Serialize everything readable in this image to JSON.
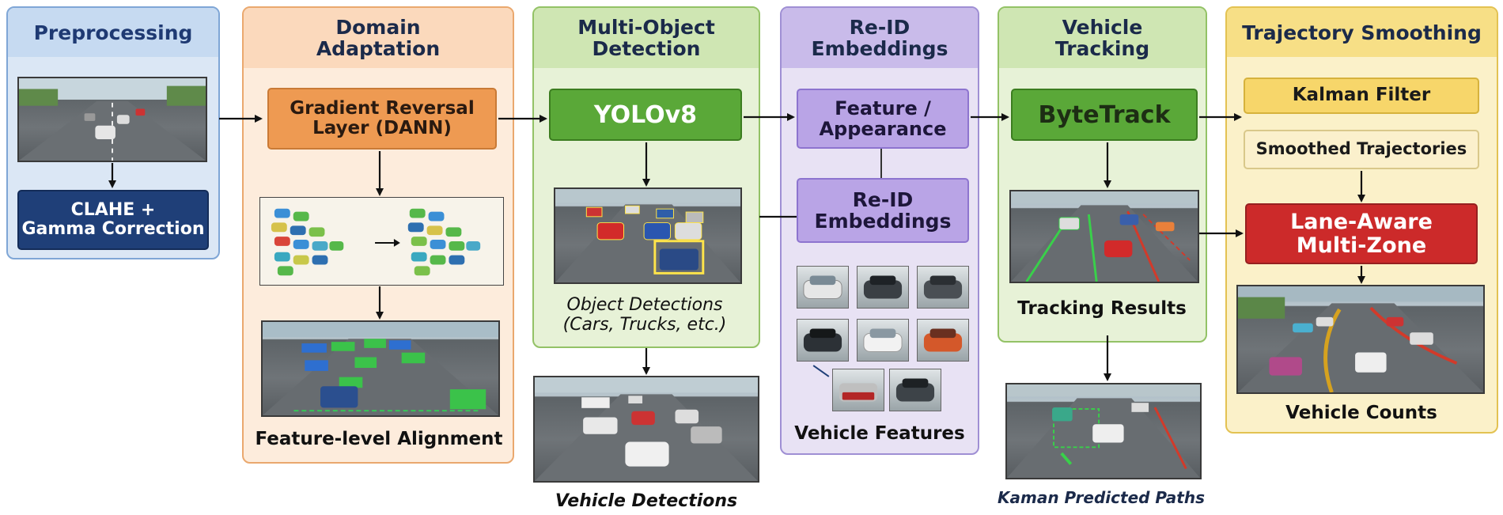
{
  "stages": {
    "preprocessing": {
      "title": "Preprocessing",
      "box": "CLAHE +\nGamma Correction"
    },
    "domain": {
      "title": "Domain\nAdaptation",
      "box": "Gradient Reversal\nLayer (DANN)",
      "caption": "Feature-level Alignment"
    },
    "detection": {
      "title": "Multi-Object\nDetection",
      "box": "YOLOv8",
      "caption": "Object Detections\n(Cars, Trucks, etc.)",
      "below_caption": "Vehicle Detections"
    },
    "reid": {
      "title": "Re-ID\nEmbeddings",
      "box1": "Feature /\nAppearance",
      "box2": "Re-ID\nEmbeddings",
      "caption": "Vehicle Features"
    },
    "tracking": {
      "title": "Vehicle\nTracking",
      "box": "ByteTrack",
      "caption": "Tracking Results",
      "below_caption": "Kaman Predicted Paths"
    },
    "smoothing": {
      "title": "Trajectory Smoothing",
      "box1": "Kalman Filter",
      "box2": "Smoothed Trajectories",
      "box3": "Lane-Aware\nMulti-Zone",
      "caption": "Vehicle Counts"
    }
  },
  "colors": {
    "blue_panel": "#dbe7f5",
    "orange_panel": "#fde9d8",
    "green_panel": "#e6f2d5",
    "purple_panel": "#e6e0f3",
    "yellow_panel": "#fbf0c6",
    "red_box": "#cc2a2a",
    "navy_box": "#1f3f78",
    "orange_box": "#ee9a52",
    "green_box": "#5aa838",
    "purple_box": "#b9a4e6"
  }
}
